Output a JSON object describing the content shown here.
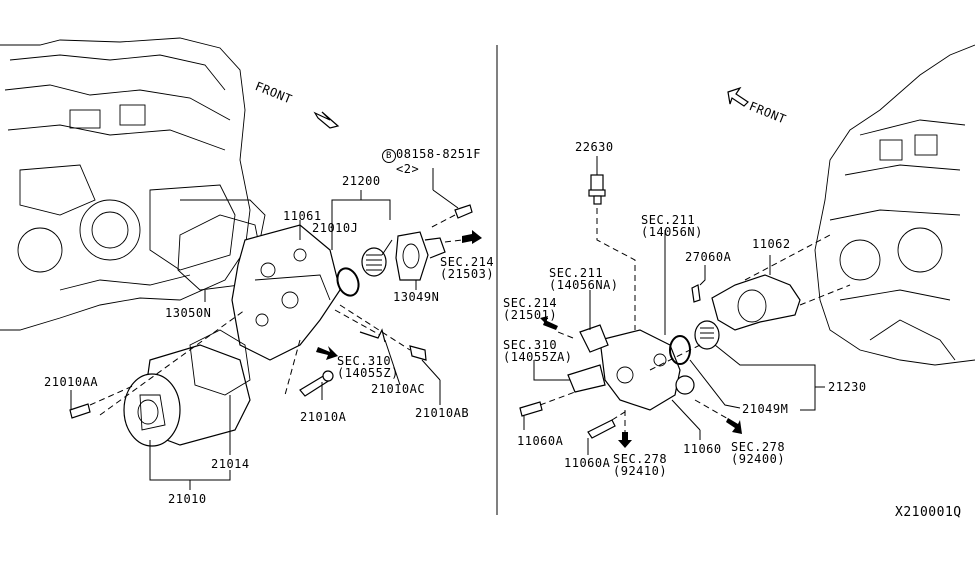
{
  "diagram_id": "X210001Q",
  "left": {
    "front_label": "FRONT",
    "bolt_callout": {
      "symbol": "B",
      "part": "08158-8251F",
      "qty": "<2>"
    },
    "labels": {
      "p21200": "21200",
      "p11061": "11061",
      "p21010J": "21010J",
      "p13049N": "13049N",
      "sec214": "SEC.214",
      "sec214_ref": "(21503)",
      "p13050N": "13050N",
      "sec310": "SEC.310",
      "sec310_ref": "(14055Z)",
      "p21010AC": "21010AC",
      "p21010AB": "21010AB",
      "p21010A": "21010A",
      "p21010AA": "21010AA",
      "p21014": "21014",
      "p21010": "21010"
    }
  },
  "right": {
    "front_label": "FRONT",
    "labels": {
      "p22630": "22630",
      "sec211n": "SEC.211",
      "sec211n_ref": "(14056N)",
      "p27060A": "27060A",
      "p11062": "11062",
      "sec211na": "SEC.211",
      "sec211na_ref": "(14056NA)",
      "sec214": "SEC.214",
      "sec214_ref": "(21501)",
      "sec310": "SEC.310",
      "sec310_ref": "(14055ZA)",
      "p21230": "21230",
      "p21049M": "21049M",
      "p11060A_1": "11060A",
      "p11060A_2": "11060A",
      "sec278a": "SEC.278",
      "sec278a_ref": "(92410)",
      "p11060": "11060",
      "sec278b": "SEC.278",
      "sec278b_ref": "(92400)"
    }
  }
}
